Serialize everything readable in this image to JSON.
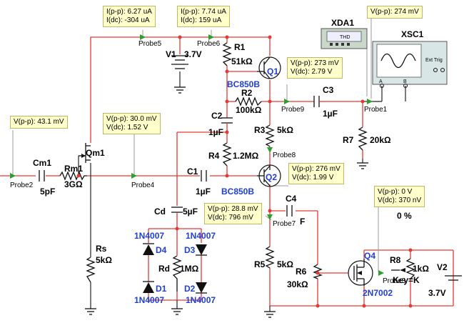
{
  "notes": {
    "probe5": {
      "l1": "I(p-p): 6.27 uA",
      "l2": "I(dc): -304 uA"
    },
    "probe6": {
      "l1": "I(p-p): 7.74 uA",
      "l2": "I(dc): 159 uA"
    },
    "probe1": {
      "l1": "V(p-p): 274 mV"
    },
    "probe9": {
      "l1": "V(p-p): 273 mV",
      "l2": "V(dc): 2.79 V"
    },
    "probe2": {
      "l1": "V(p-p): 43.1 mV"
    },
    "probe4": {
      "l1": "V(p-p): 30.0 mV",
      "l2": "V(dc): 1.52 V"
    },
    "probe8": {
      "l1": "V(p-p): 276 mV",
      "l2": "V(dc): 1.99 V"
    },
    "probe7": {
      "l1": "V(p-p): 28.8 mV",
      "l2": "V(dc): 796 mV"
    },
    "probe3": {
      "l1": "V(p-p): 0 V",
      "l2": "V(dc): 370 nV"
    }
  },
  "probes": {
    "p1": "Probe1",
    "p2": "Probe2",
    "p3": "Probe3",
    "p4": "Probe4",
    "p5": "Probe5",
    "p6": "Probe6",
    "p7": "Probe7",
    "p8": "Probe8",
    "p9": "Probe9"
  },
  "components": {
    "xda1": "XDA1",
    "thd": "THD",
    "xsc1": "XSC1",
    "ext_trig": "Ext Trig",
    "scope_a": "A",
    "scope_b": "B",
    "v1_name": "V1",
    "v1_val": "3.7V",
    "r1_name": "R1",
    "r1_val": "51kΩ",
    "q1": "Q1",
    "q1_part": "BC850B",
    "r2_name": "R2",
    "r2_val": "100kΩ",
    "c3_name": "C3",
    "c3_val": "1µF",
    "c2_name": "C2",
    "c2_val": "1µF",
    "r3_name": "R3",
    "r3_val": "5kΩ",
    "r7_name": "R7",
    "r7_val": "20kΩ",
    "qm1": "Qm1",
    "cm1_name": "Cm1",
    "cm1_val": "5pF",
    "rm1_name": "Rm1",
    "rm1_val": "3GΩ",
    "r4_name": "R4",
    "r4_val": "1.2MΩ",
    "c1_name": "C1",
    "c1_val": "1µF",
    "q2": "Q2",
    "q2_part": "BC850B",
    "c4_name": "C4",
    "c4_val": "F",
    "cd": "Cd",
    "cd_val": "5µF",
    "d4_part": "1N4007",
    "d4": "D4",
    "d3_part": "1N4007",
    "d3": "D3",
    "d1": "D1",
    "d1_part": "1N4007",
    "d2": "D2",
    "d2_part": "1N4007",
    "rd_name": "Rd",
    "rd_val": "1MΩ",
    "rs_name": "Rs",
    "rs_val": "5kΩ",
    "r5_name": "R5",
    "r5_val": "5kΩ",
    "r6_name": "R6",
    "r6_val": "30kΩ",
    "q4": "Q4",
    "q4_part": "2N7002",
    "r8_name": "R8",
    "r8_val": "1kΩ",
    "r8_key": "Key=K",
    "r8_pct": "0 %",
    "v2_name": "V2",
    "v2_val": "3.7V"
  }
}
